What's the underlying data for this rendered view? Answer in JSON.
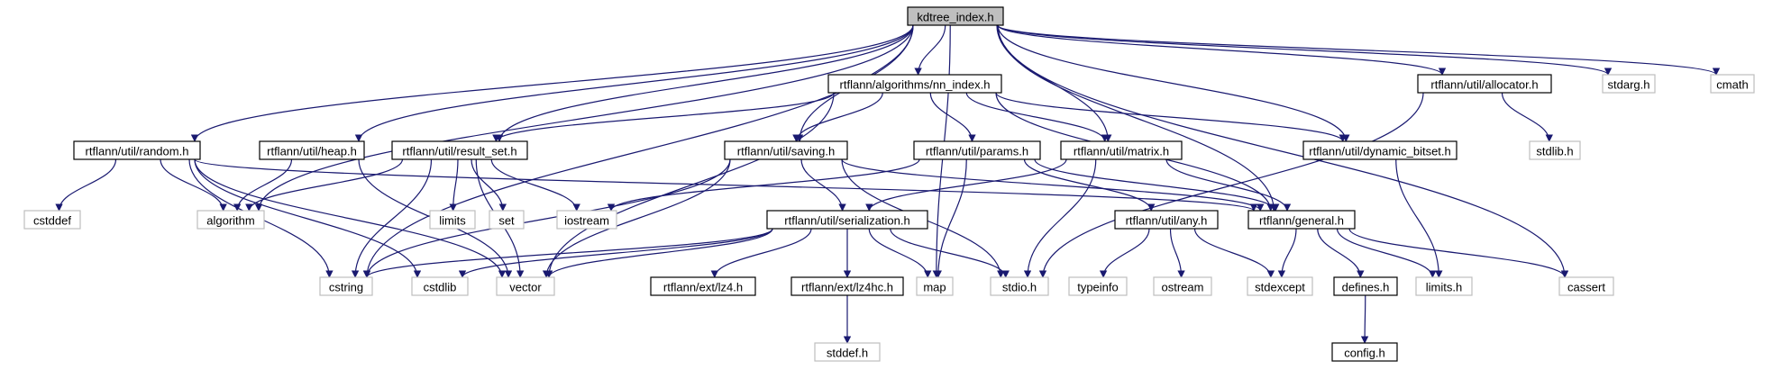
{
  "diagram": {
    "colors": {
      "edge": "#191970",
      "root_fill": "#bfbfbf",
      "local_border": "#000000",
      "system_border": "#bfbfbf"
    },
    "nodes": [
      {
        "id": "kdtree_index",
        "label": "kdtree_index.h",
        "kind": "root"
      },
      {
        "id": "nn_index",
        "label": "rtflann/algorithms/nn_index.h",
        "kind": "local"
      },
      {
        "id": "allocator",
        "label": "rtflann/util/allocator.h",
        "kind": "local"
      },
      {
        "id": "stdarg",
        "label": "stdarg.h",
        "kind": "system"
      },
      {
        "id": "cmath",
        "label": "cmath",
        "kind": "system"
      },
      {
        "id": "random",
        "label": "rtflann/util/random.h",
        "kind": "local"
      },
      {
        "id": "heap",
        "label": "rtflann/util/heap.h",
        "kind": "local"
      },
      {
        "id": "result_set",
        "label": "rtflann/util/result_set.h",
        "kind": "local"
      },
      {
        "id": "saving",
        "label": "rtflann/util/saving.h",
        "kind": "local"
      },
      {
        "id": "params",
        "label": "rtflann/util/params.h",
        "kind": "local"
      },
      {
        "id": "matrix",
        "label": "rtflann/util/matrix.h",
        "kind": "local"
      },
      {
        "id": "dynamic_bitset",
        "label": "rtflann/util/dynamic_bitset.h",
        "kind": "local"
      },
      {
        "id": "stdlib",
        "label": "stdlib.h",
        "kind": "system"
      },
      {
        "id": "cstddef",
        "label": "cstddef",
        "kind": "system"
      },
      {
        "id": "algorithm",
        "label": "algorithm",
        "kind": "system"
      },
      {
        "id": "limits",
        "label": "limits",
        "kind": "system"
      },
      {
        "id": "set",
        "label": "set",
        "kind": "system"
      },
      {
        "id": "iostream",
        "label": "iostream",
        "kind": "system"
      },
      {
        "id": "serialization",
        "label": "rtflann/util/serialization.h",
        "kind": "local"
      },
      {
        "id": "any",
        "label": "rtflann/util/any.h",
        "kind": "local"
      },
      {
        "id": "general",
        "label": "rtflann/general.h",
        "kind": "local"
      },
      {
        "id": "cstring",
        "label": "cstring",
        "kind": "system"
      },
      {
        "id": "cstdlib",
        "label": "cstdlib",
        "kind": "system"
      },
      {
        "id": "vector",
        "label": "vector",
        "kind": "system"
      },
      {
        "id": "lz4",
        "label": "rtflann/ext/lz4.h",
        "kind": "local"
      },
      {
        "id": "lz4hc",
        "label": "rtflann/ext/lz4hc.h",
        "kind": "local"
      },
      {
        "id": "map",
        "label": "map",
        "kind": "system"
      },
      {
        "id": "stdio",
        "label": "stdio.h",
        "kind": "system"
      },
      {
        "id": "typeinfo",
        "label": "typeinfo",
        "kind": "system"
      },
      {
        "id": "ostream",
        "label": "ostream",
        "kind": "system"
      },
      {
        "id": "stdexcept",
        "label": "stdexcept",
        "kind": "system"
      },
      {
        "id": "defines",
        "label": "defines.h",
        "kind": "local"
      },
      {
        "id": "limits_h",
        "label": "limits.h",
        "kind": "system"
      },
      {
        "id": "cassert",
        "label": "cassert",
        "kind": "system"
      },
      {
        "id": "stddef",
        "label": "stddef.h",
        "kind": "system"
      },
      {
        "id": "config",
        "label": "config.h",
        "kind": "local"
      }
    ],
    "edges": [
      [
        "kdtree_index",
        "nn_index"
      ],
      [
        "kdtree_index",
        "allocator"
      ],
      [
        "kdtree_index",
        "stdarg"
      ],
      [
        "kdtree_index",
        "cmath"
      ],
      [
        "kdtree_index",
        "random"
      ],
      [
        "kdtree_index",
        "heap"
      ],
      [
        "kdtree_index",
        "result_set"
      ],
      [
        "kdtree_index",
        "saving"
      ],
      [
        "kdtree_index",
        "matrix"
      ],
      [
        "kdtree_index",
        "dynamic_bitset"
      ],
      [
        "kdtree_index",
        "general"
      ],
      [
        "kdtree_index",
        "algorithm"
      ],
      [
        "kdtree_index",
        "cstring"
      ],
      [
        "kdtree_index",
        "map"
      ],
      [
        "kdtree_index",
        "cassert"
      ],
      [
        "nn_index",
        "result_set"
      ],
      [
        "nn_index",
        "saving"
      ],
      [
        "nn_index",
        "params"
      ],
      [
        "nn_index",
        "matrix"
      ],
      [
        "nn_index",
        "dynamic_bitset"
      ],
      [
        "nn_index",
        "general"
      ],
      [
        "nn_index",
        "vector"
      ],
      [
        "allocator",
        "stdlib"
      ],
      [
        "allocator",
        "stdio"
      ],
      [
        "random",
        "cstddef"
      ],
      [
        "random",
        "algorithm"
      ],
      [
        "random",
        "general"
      ],
      [
        "random",
        "vector"
      ],
      [
        "random",
        "cstdlib"
      ],
      [
        "random",
        "cstring"
      ],
      [
        "heap",
        "algorithm"
      ],
      [
        "heap",
        "vector"
      ],
      [
        "result_set",
        "algorithm"
      ],
      [
        "result_set",
        "limits"
      ],
      [
        "result_set",
        "set"
      ],
      [
        "result_set",
        "iostream"
      ],
      [
        "result_set",
        "cstring"
      ],
      [
        "result_set",
        "vector"
      ],
      [
        "saving",
        "serialization"
      ],
      [
        "saving",
        "general"
      ],
      [
        "saving",
        "vector"
      ],
      [
        "saving",
        "cstring"
      ],
      [
        "saving",
        "stdio"
      ],
      [
        "params",
        "iostream"
      ],
      [
        "params",
        "any"
      ],
      [
        "params",
        "general"
      ],
      [
        "params",
        "map"
      ],
      [
        "matrix",
        "serialization"
      ],
      [
        "matrix",
        "general"
      ],
      [
        "matrix",
        "stdio"
      ],
      [
        "dynamic_bitset",
        "limits_h"
      ],
      [
        "serialization",
        "vector"
      ],
      [
        "serialization",
        "cstring"
      ],
      [
        "serialization",
        "cstdlib"
      ],
      [
        "serialization",
        "lz4"
      ],
      [
        "serialization",
        "lz4hc"
      ],
      [
        "serialization",
        "map"
      ],
      [
        "serialization",
        "stdio"
      ],
      [
        "any",
        "typeinfo"
      ],
      [
        "any",
        "ostream"
      ],
      [
        "any",
        "stdexcept"
      ],
      [
        "general",
        "stdexcept"
      ],
      [
        "general",
        "defines"
      ],
      [
        "general",
        "limits_h"
      ],
      [
        "general",
        "cassert"
      ],
      [
        "lz4hc",
        "stddef"
      ],
      [
        "defines",
        "config"
      ]
    ]
  }
}
